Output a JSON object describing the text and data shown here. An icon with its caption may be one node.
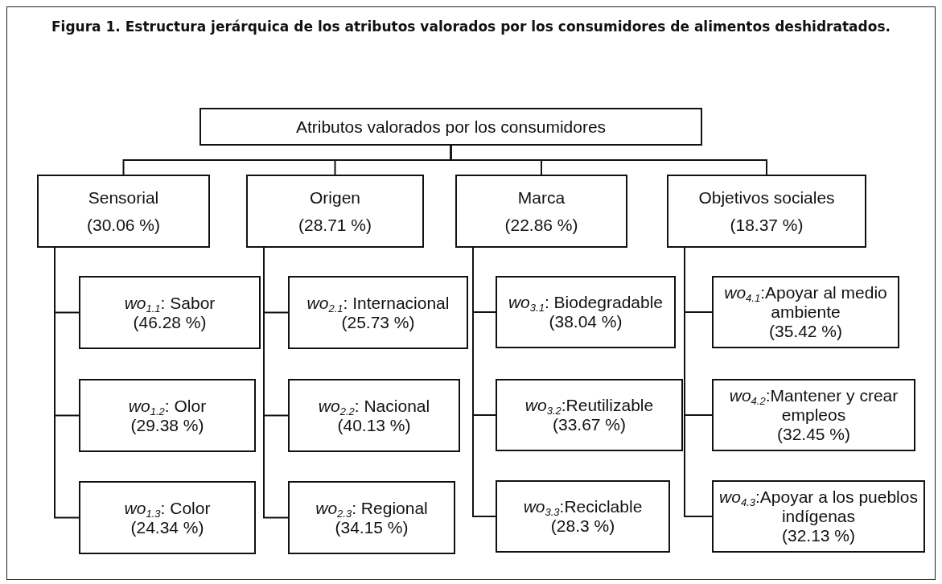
{
  "diagram": {
    "title": "Figura 1. Estructura jerárquica de los atributos valorados por los consumidores de alimentos deshidratados.",
    "nodes": [
      {
        "text": [
          "Atributos valorados por los consumidores"
        ]
      },
      {
        "text": [
          "Sensorial",
          "(30.06 %)"
        ]
      },
      {
        "text": [
          "Origen",
          "(28.71 %)"
        ]
      },
      {
        "text": [
          "Marca",
          "(22.86 %)"
        ]
      },
      {
        "text": [
          "Objetivos sociales",
          "(18.37 %)"
        ]
      },
      {
        "text": [
          "*wo*$_{1.1}$: Sabor",
          "(46.28 %)"
        ]
      },
      {
        "text": [
          "*wo*$_{1.2}$: Olor",
          "(29.38 %)"
        ]
      },
      {
        "text": [
          "*wo*$_{1.3}$: Color",
          "(24.34 %)"
        ]
      },
      {
        "text": [
          "*wo*$_{2.1}$: Internacional",
          "(25.73 %)"
        ]
      },
      {
        "text": [
          "*wo*$_{2.2}$: Nacional",
          "(40.13 %)"
        ]
      },
      {
        "text": [
          "*wo*$_{2.3}$: Regional",
          "(34.15 %)"
        ]
      },
      {
        "text": [
          "*wo*$_{3.1}$: Biodegradable",
          "(38.04 %)"
        ]
      },
      {
        "text": [
          "*wo*$_{3.2}$:Reutilizable",
          "(33.67 %)"
        ]
      },
      {
        "text": [
          "*wo*$_{3.3}$:Reciclable",
          "(28.3 %)"
        ]
      },
      {
        "text": [
          "*wo*$_{4.1}$:Apoyar al medio ambiente",
          "(35.42 %)"
        ]
      },
      {
        "text": [
          "*wo*$_{4.2}$:Mantener y crear empleos",
          "(32.45 %)"
        ]
      },
      {
        "text": [
          "*wo*$_{4.3}$:Apoyar a los pueblos indígenas",
          "(32.13 %)"
        ]
      }
    ],
    "edges": [
      {
        "from": 0,
        "to": 1,
        "arrow": "none"
      },
      {
        "from": 0,
        "to": 2,
        "arrow": "none"
      },
      {
        "from": 0,
        "to": 3,
        "arrow": "none"
      },
      {
        "from": 0,
        "to": 4,
        "arrow": "none"
      },
      {
        "from": 1,
        "to": 5,
        "arrow": "none"
      },
      {
        "from": 1,
        "to": 6,
        "arrow": "none"
      },
      {
        "from": 1,
        "to": 7,
        "arrow": "none"
      },
      {
        "from": 2,
        "to": 8,
        "arrow": "none"
      },
      {
        "from": 2,
        "to": 9,
        "arrow": "none"
      },
      {
        "from": 2,
        "to": 10,
        "arrow": "none"
      },
      {
        "from": 3,
        "to": 11,
        "arrow": "none"
      },
      {
        "from": 3,
        "to": 12,
        "arrow": "none"
      },
      {
        "from": 3,
        "to": 13,
        "arrow": "none"
      },
      {
        "from": 4,
        "to": 14,
        "arrow": "none"
      },
      {
        "from": 4,
        "to": 15,
        "arrow": "none"
      },
      {
        "from": 4,
        "to": 16,
        "arrow": "none"
      }
    ]
  }
}
